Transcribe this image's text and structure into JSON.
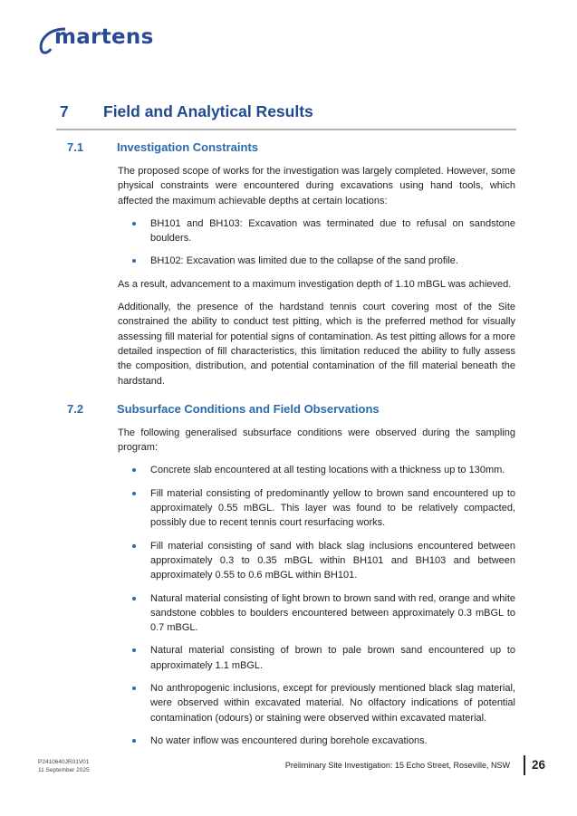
{
  "logo": {
    "text": "martens"
  },
  "section": {
    "number": "7",
    "title": "Field and Analytical Results"
  },
  "s71": {
    "number": "7.1",
    "title": "Investigation Constraints",
    "intro": "The proposed scope of works for the investigation was largely completed.  However, some physical constraints were encountered during excavations using hand tools, which affected the maximum achievable depths at certain locations:",
    "bullets": [
      "BH101 and BH103: Excavation was terminated due to refusal on sandstone boulders.",
      "BH102: Excavation was limited due to the collapse of the sand profile."
    ],
    "p2": "As a result, advancement to a maximum investigation depth of 1.10 mBGL was achieved.",
    "p3": "Additionally, the presence of the hardstand tennis court covering most of the Site constrained the ability to conduct test pitting, which is the preferred method for visually assessing fill material for potential signs of contamination. As test pitting allows for a more detailed inspection of fill characteristics, this limitation reduced the ability to fully assess the composition, distribution, and potential contamination of the fill material beneath the hardstand."
  },
  "s72": {
    "number": "7.2",
    "title": "Subsurface Conditions and Field Observations",
    "intro": "The following generalised subsurface conditions were observed during the sampling program:",
    "bullets": [
      "Concrete slab encountered at all testing locations with a thickness up to 130mm.",
      "Fill material consisting of predominantly yellow to brown sand encountered up to approximately 0.55 mBGL.  This layer was found to be relatively compacted, possibly due to recent tennis court resurfacing works.",
      "Fill material consisting of sand with black slag inclusions encountered between approximately 0.3 to 0.35 mBGL within BH101 and BH103 and between approximately 0.55 to 0.6 mBGL within BH101.",
      "Natural material consisting of light brown to brown sand with red, orange and white sandstone cobbles to boulders encountered between approximately 0.3 mBGL to 0.7 mBGL.",
      "Natural material consisting of brown to pale brown sand encountered up to approximately 1.1 mBGL.",
      "No anthropogenic inclusions, except for previously mentioned black slag material, were observed within excavated material.  No olfactory indications of potential contamination (odours) or staining were observed within excavated material.",
      "No water inflow was encountered during borehole excavations."
    ]
  },
  "footer": {
    "ref": "P2410640JR01V01",
    "date": "11 September 2025",
    "title": "Preliminary Site Investigation: 15 Echo Street, Roseville, NSW",
    "page": "26"
  }
}
